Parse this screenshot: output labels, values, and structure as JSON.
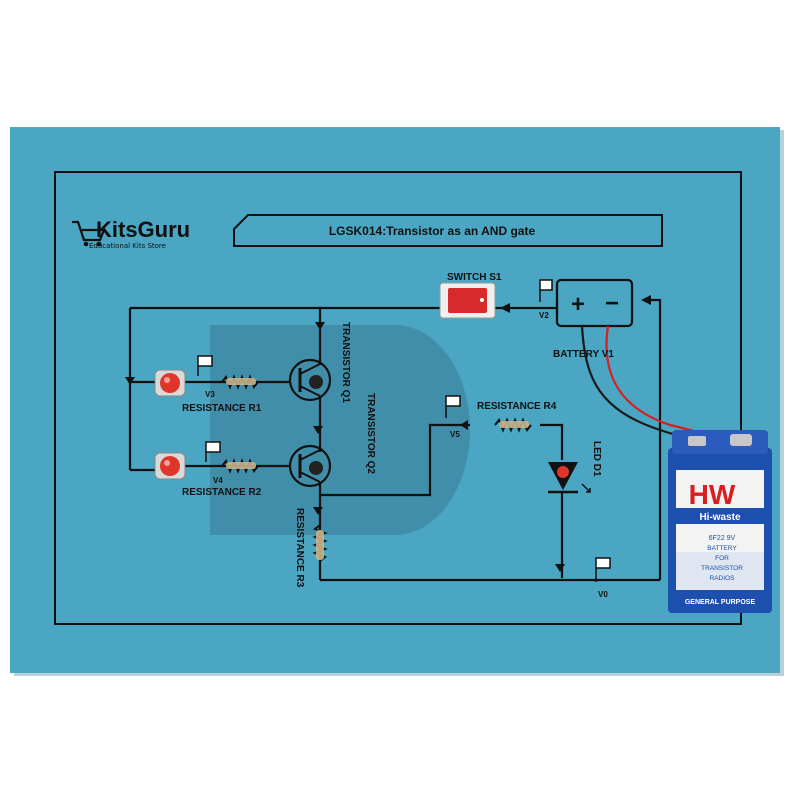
{
  "brand": {
    "name": "KitsGuru",
    "tagline": "Educational Kits Store"
  },
  "kit_title": "LGSK014:Transistor as an AND gate",
  "labels": {
    "switch": "SWITCH S1",
    "battery": "BATTERY V1",
    "transistor_q1": "TRANSISTOR Q1",
    "transistor_q2": "TRANSISTOR Q2",
    "resistance_r1": "RESISTANCE R1",
    "resistance_r2": "RESISTANCE R2",
    "resistance_r3": "RESISTANCE R3",
    "resistance_r4": "RESISTANCE R4",
    "led": "LED D1"
  },
  "flags": {
    "v0": "V0",
    "v2": "V2",
    "v3": "V3",
    "v4": "V4",
    "v5": "V5"
  },
  "battery_terminals": {
    "plus": "+",
    "minus": "−"
  },
  "nine_volt_battery": {
    "brand": "HW",
    "sub_brand": "Hi-waste",
    "spec": "6F22 9V",
    "line1": "BATTERY",
    "line2": "FOR",
    "line3": "TRANSISTOR",
    "line4": "RADIOS",
    "footer": "GENERAL PURPOSE"
  },
  "colors": {
    "board": "#4aa6c2",
    "ink": "#111111",
    "and_gate_shape": "#3f8aa6",
    "button": "#e0352b",
    "switch_body": "#d82a2a",
    "battery_blue": "#1d4fae",
    "battery_red": "#d81e1e"
  }
}
